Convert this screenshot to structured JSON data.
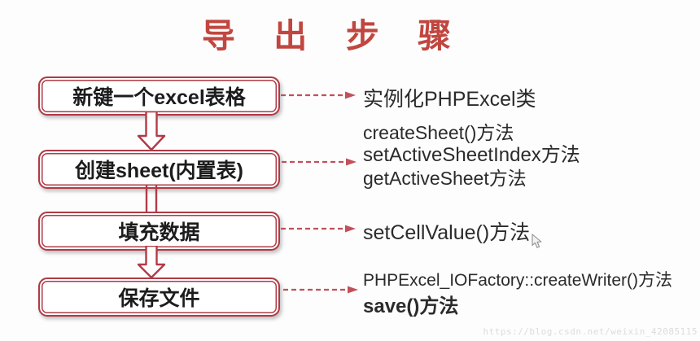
{
  "page": {
    "title": "导 出 步 骤"
  },
  "steps": [
    {
      "label": "新键一个excel表格",
      "methods": [
        "实例化PHPExcel类"
      ]
    },
    {
      "label": "创建sheet(内置表)",
      "methods": [
        "createSheet()方法",
        "setActiveSheetIndex方法",
        "getActiveSheet方法"
      ]
    },
    {
      "label": "填充数据",
      "methods": [
        "setCellValue()方法"
      ]
    },
    {
      "label": "保存文件",
      "methods": [
        "PHPExcel_IOFactory::createWriter()方法",
        "save()方法"
      ]
    }
  ],
  "watermark": "https://blog.csdn.net/weixin_42085115",
  "colors": {
    "accent_border": "#ae3b46",
    "title_red": "#c1463f",
    "dashed_arrow": "#c2505a",
    "text_dark": "#2b2b2b"
  }
}
